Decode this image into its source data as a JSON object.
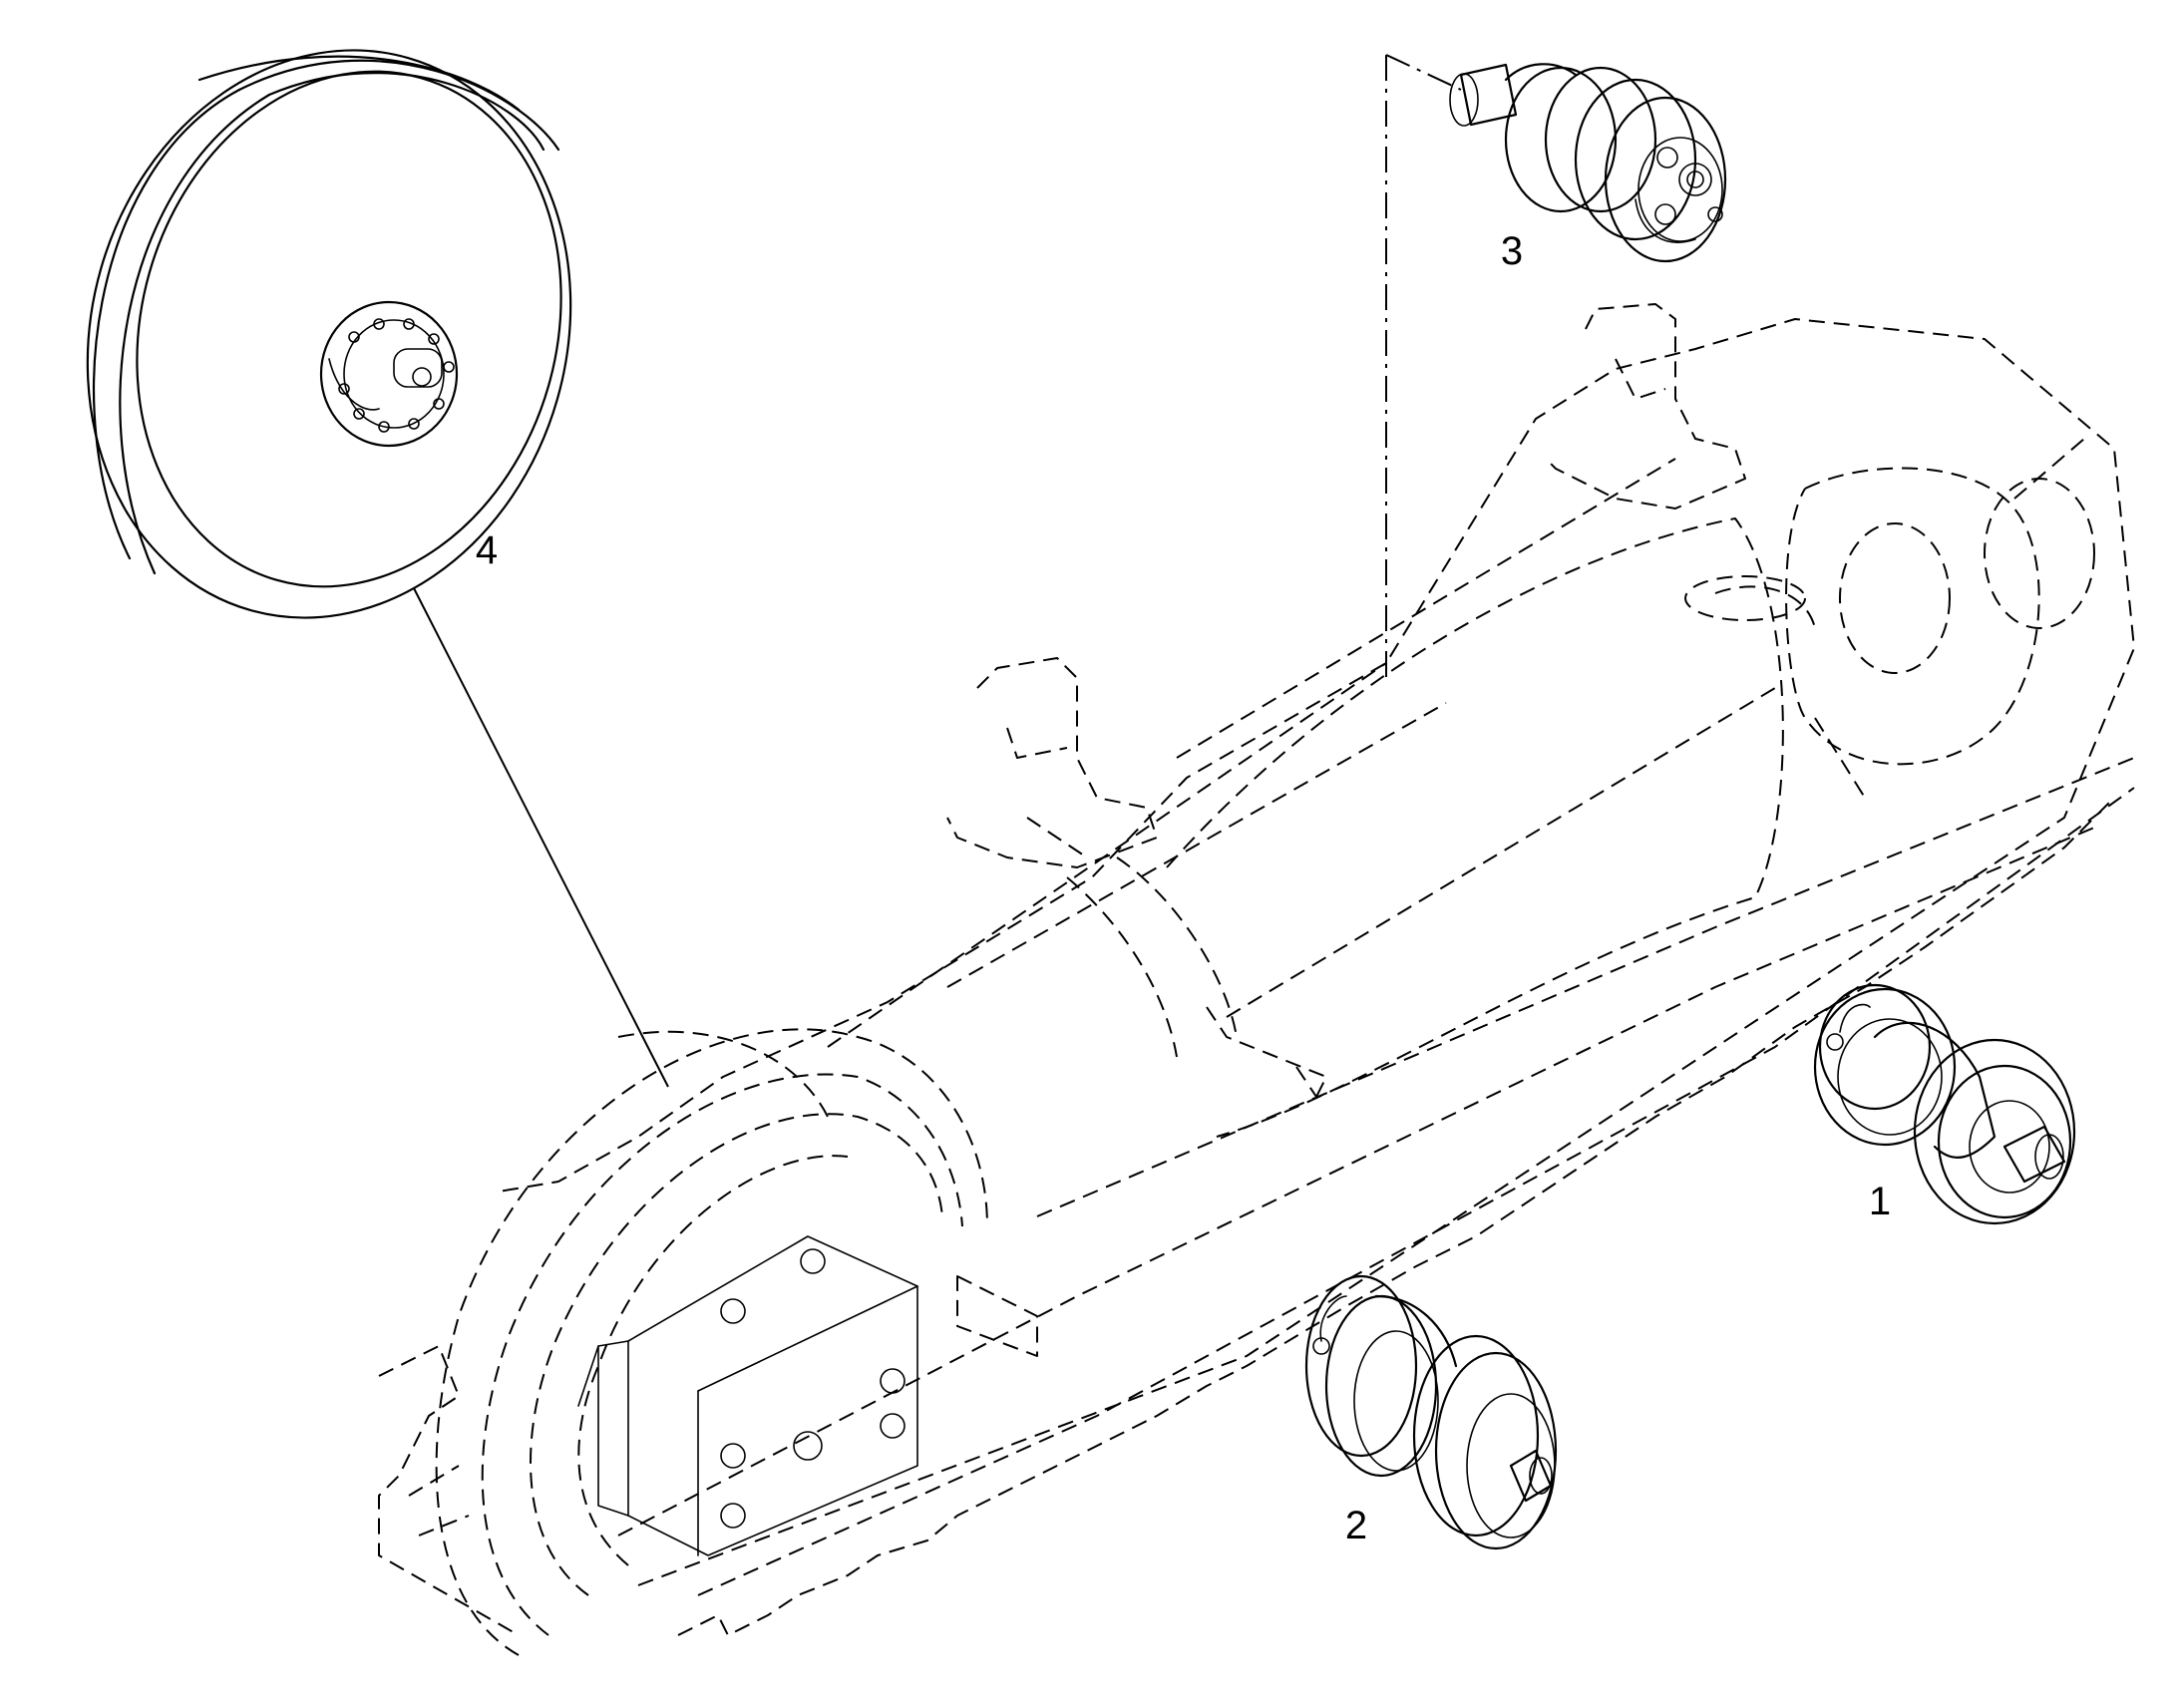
{
  "callouts": {
    "part_1": "1",
    "part_2": "2",
    "part_3": "3",
    "part_4": "4"
  },
  "colors": {
    "line": "#000000",
    "background": "#ffffff"
  }
}
